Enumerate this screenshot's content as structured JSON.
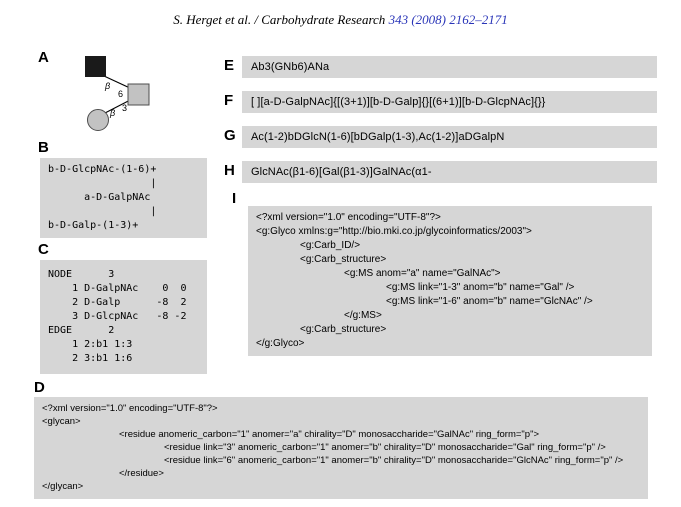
{
  "header": {
    "authors": "S. Herget et al. / Carbohydrate Research ",
    "citation": "343 (2008) 2162–2171"
  },
  "colors": {
    "box_background": "#d6d6d6",
    "citation_link_blue": "#2a35b8",
    "symbol_black": "#1a1a1a",
    "symbol_gray": "#c2c2c2"
  },
  "panels": {
    "a": {
      "label": "A",
      "diagram": {
        "top_linkage_anomer": "β",
        "top_linkage_position": "6",
        "bottom_linkage_anomer": "β",
        "bottom_linkage_position": "3"
      }
    },
    "b": {
      "label": "B",
      "lines": [
        "b-D-GlcpNAc-(1-6)+",
        "                 |",
        "      a-D-GalpNAc",
        "                 |",
        "b-D-Galp-(1-3)+"
      ]
    },
    "c": {
      "label": "C",
      "lines": [
        "NODE      3",
        "    1 D-GalpNAc    0  0",
        "    2 D-Galp      -8  2",
        "    3 D-GlcpNAc   -8 -2",
        "EDGE      2",
        "    1 2:b1 1:3",
        "    2 3:b1 1:6"
      ]
    },
    "d": {
      "label": "D",
      "lines": [
        "<?xml version=\"1.0\" encoding=\"UTF-8\"?>",
        "<glycan>",
        "<residue anomeric_carbon=\"1\" anomer=\"a\" chirality=\"D\" monosaccharide=\"GalNAc\" ring_form=\"p\">",
        "<residue link=\"3\" anomeric_carbon=\"1\" anomer=\"b\" chirality=\"D\" monosaccharide=\"Gal\" ring_form=\"p\" />",
        "<residue link=\"6\" anomeric_carbon=\"1\" anomer=\"b\" chirality=\"D\" monosaccharide=\"GlcNAc\" ring_form=\"p\" />",
        "</residue>",
        "</glycan>"
      ]
    },
    "e": {
      "label": "E",
      "text": "Ab3(GNb6)ANa"
    },
    "f": {
      "label": "F",
      "text": "[ ][a-D-GalpNAc]{[(3+1)][b-D-Galp]{}[(6+1)][b-D-GlcpNAc]{}}"
    },
    "g": {
      "label": "G",
      "text": "Ac(1-2)bDGlcN(1-6)[bDGalp(1-3),Ac(1-2)]aDGalpN"
    },
    "h": {
      "label": "H",
      "text": "GlcNAc(β1-6)[Gal(β1-3)]GalNAc(α1-"
    },
    "i": {
      "label": "I",
      "lines": [
        "<?xml version=\"1.0\" encoding=\"UTF-8\"?>",
        "<g:Glyco xmlns:g=\"http://bio.mki.co.jp/glycoinformatics/2003\">",
        "<g:Carb_ID/>",
        "<g:Carb_structure>",
        "<g:MS anom=\"a\" name=\"GalNAc\">",
        "<g:MS link=\"1-3\" anom=\"b\" name=\"Gal\" />",
        "<g:MS link=\"1-6\" anom=\"b\" name=\"GlcNAc\" />",
        "</g:MS>",
        "<g:Carb_structure>",
        "</g:Glyco>"
      ]
    }
  }
}
